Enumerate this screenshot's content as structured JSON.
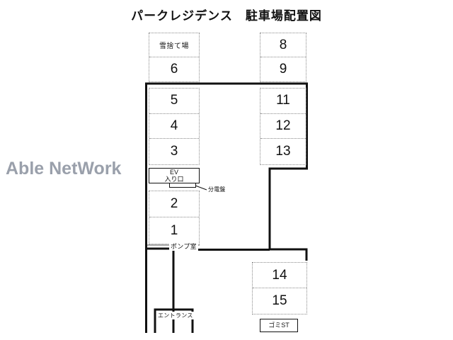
{
  "document": {
    "title": "パークレジデンス　駐車場配置図",
    "watermark": "Able NetWork"
  },
  "colors": {
    "outline": "#111111",
    "stall_border": "#8a8a8a",
    "watermark": "#9aa0ab",
    "background": "#ffffff"
  },
  "blocks": {
    "top_left": {
      "name": "top-left-block",
      "cells": [
        {
          "label": "雪捨て場",
          "kind": "facility"
        },
        {
          "label": "6",
          "kind": "stall"
        }
      ]
    },
    "top_right": {
      "name": "top-right-block",
      "cells": [
        {
          "label": "8",
          "kind": "stall"
        },
        {
          "label": "9",
          "kind": "stall"
        }
      ]
    },
    "mid_left_upper": {
      "name": "mid-left-upper-block",
      "cells": [
        {
          "label": "5",
          "kind": "stall"
        },
        {
          "label": "4",
          "kind": "stall"
        },
        {
          "label": "3",
          "kind": "stall"
        }
      ]
    },
    "mid_left_lower": {
      "name": "mid-left-lower-block",
      "cells": [
        {
          "label": "2",
          "kind": "stall"
        },
        {
          "label": "1",
          "kind": "stall"
        }
      ]
    },
    "mid_right": {
      "name": "mid-right-block",
      "cells": [
        {
          "label": "11",
          "kind": "stall"
        },
        {
          "label": "12",
          "kind": "stall"
        },
        {
          "label": "13",
          "kind": "stall"
        }
      ]
    },
    "bottom_right": {
      "name": "bottom-right-block",
      "cells": [
        {
          "label": "14",
          "kind": "stall"
        },
        {
          "label": "15",
          "kind": "stall"
        }
      ]
    }
  },
  "facilities": {
    "ev_entrance": "EV\n入り口",
    "distribution_board": "分電盤",
    "pump_room": "ポンプ室",
    "entrance": "エントランス",
    "garbage_station": "ゴミST"
  }
}
